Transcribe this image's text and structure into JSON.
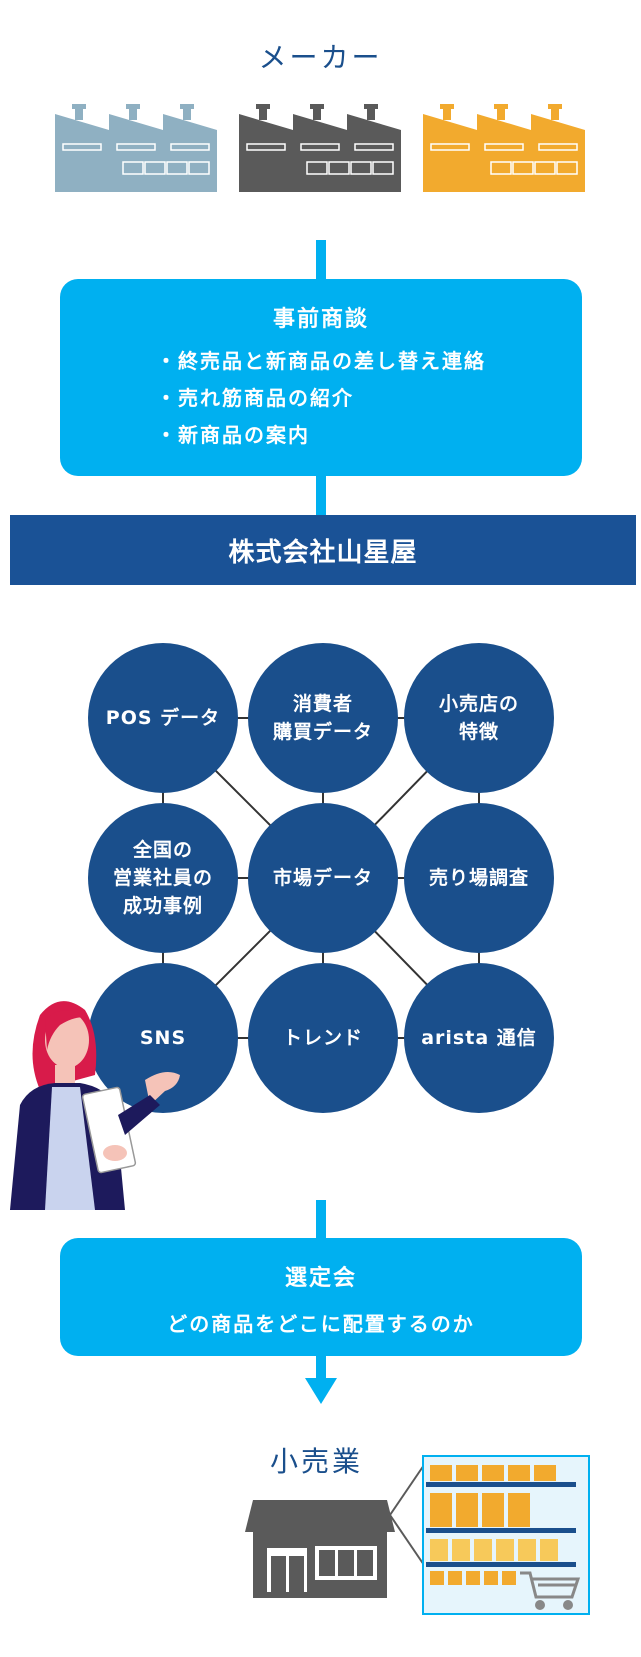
{
  "maker": {
    "title": "メーカー",
    "factory_colors": [
      "#8fb0c2",
      "#5a5a5a",
      "#f2aa2e"
    ]
  },
  "pre_negotiation": {
    "heading": "事前商談",
    "items": [
      "・終売品と新商品の差し替え連絡",
      "・売れ筋商品の紹介",
      "・新商品の案内"
    ]
  },
  "company": {
    "name": "株式会社山星屋"
  },
  "data_network": {
    "nodes": [
      {
        "label": "POS データ"
      },
      {
        "label": "消費者\n購買データ"
      },
      {
        "label": "小売店の\n特徴"
      },
      {
        "label": "全国の\n営業社員の\n成功事例"
      },
      {
        "label": "市場データ"
      },
      {
        "label": "売り場調査"
      },
      {
        "label": "SNS"
      },
      {
        "label": "トレンド"
      },
      {
        "label": "arista 通信"
      }
    ]
  },
  "selection_meeting": {
    "heading": "選定会",
    "subtitle": "どの商品をどこに配置するのか"
  },
  "retail": {
    "title": "小売業"
  },
  "colors": {
    "accent_blue": "#00b0f0",
    "navy": "#1a4f8c",
    "company_bar": "#1a5296",
    "building_gray": "#5a5a5a"
  }
}
